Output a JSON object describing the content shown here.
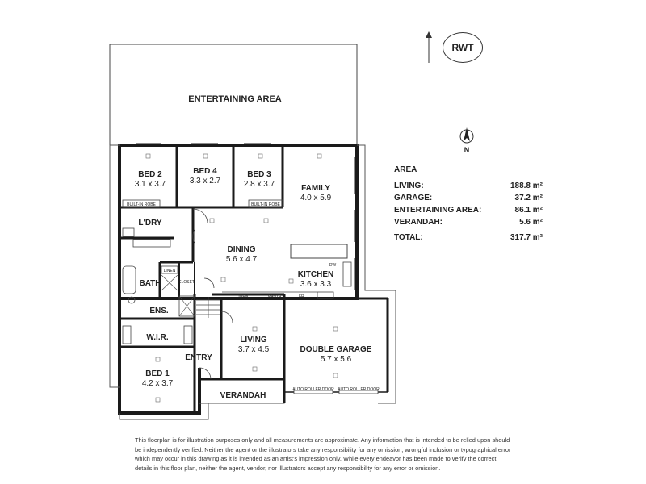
{
  "logo": "RWT",
  "compass": {
    "north": "N"
  },
  "rooms": {
    "entertaining": {
      "name": "ENTERTAINING AREA"
    },
    "bed2": {
      "name": "BED 2",
      "dims": "3.1 x 3.7"
    },
    "bed4": {
      "name": "BED 4",
      "dims": "3.3 x 2.7"
    },
    "bed3": {
      "name": "BED 3",
      "dims": "2.8 x 3.7"
    },
    "family": {
      "name": "FAMILY",
      "dims": "4.0 x 5.9"
    },
    "ldry": {
      "name": "L'DRY"
    },
    "dining": {
      "name": "DINING",
      "dims": "5.6 x 4.7"
    },
    "kitchen": {
      "name": "KITCHEN",
      "dims": "3.6 x 3.3"
    },
    "bath": {
      "name": "BATH"
    },
    "ens": {
      "name": "ENS."
    },
    "wir": {
      "name": "W.I.R."
    },
    "living": {
      "name": "LIVING",
      "dims": "3.7 x 4.5"
    },
    "garage": {
      "name": "DOUBLE GARAGE",
      "dims": "5.7 x 5.6"
    },
    "entry": {
      "name": "ENTRY"
    },
    "bed1": {
      "name": "BED 1",
      "dims": "4.2 x 3.7"
    },
    "verandah": {
      "name": "VERANDAH"
    }
  },
  "small_labels": {
    "robe_bed2": "BUILT-IN ROBE",
    "robe_bed3": "BUILT-IN ROBE",
    "linen_bath": "LINEN",
    "closet": "CLOSET",
    "linen_hall": "LINEN",
    "pantry": "PANTRY",
    "fr": "FR.",
    "dw": "DW",
    "roller_door_1": "AUTO ROLLER DOOR",
    "roller_door_2": "AUTO ROLLER DOOR"
  },
  "area": {
    "title": "AREA",
    "rows": [
      {
        "label": "LIVING:",
        "value": "188.8 m²"
      },
      {
        "label": "GARAGE:",
        "value": "37.2 m²"
      },
      {
        "label": "ENTERTAINING AREA:",
        "value": "86.1 m²"
      },
      {
        "label": "VERANDAH:",
        "value": "5.6 m²"
      }
    ],
    "total": {
      "label": "TOTAL:",
      "value": "317.7 m²"
    }
  },
  "disclaimer": "This floorplan is for illustration purposes only and all measurements are approximate. Any information that is intended to be relied upon should be independently verified. Neither the agent or the illustrators take any responsibility for any omission, wrongful inclusion or typographical error which may occur in this drawing as it is intended as an artist's impression only. While every endeavor has been made to verify the correct details in this floor plan, neither the agent, vendor, nor illustrators accept any responsibility for any error or omission."
}
